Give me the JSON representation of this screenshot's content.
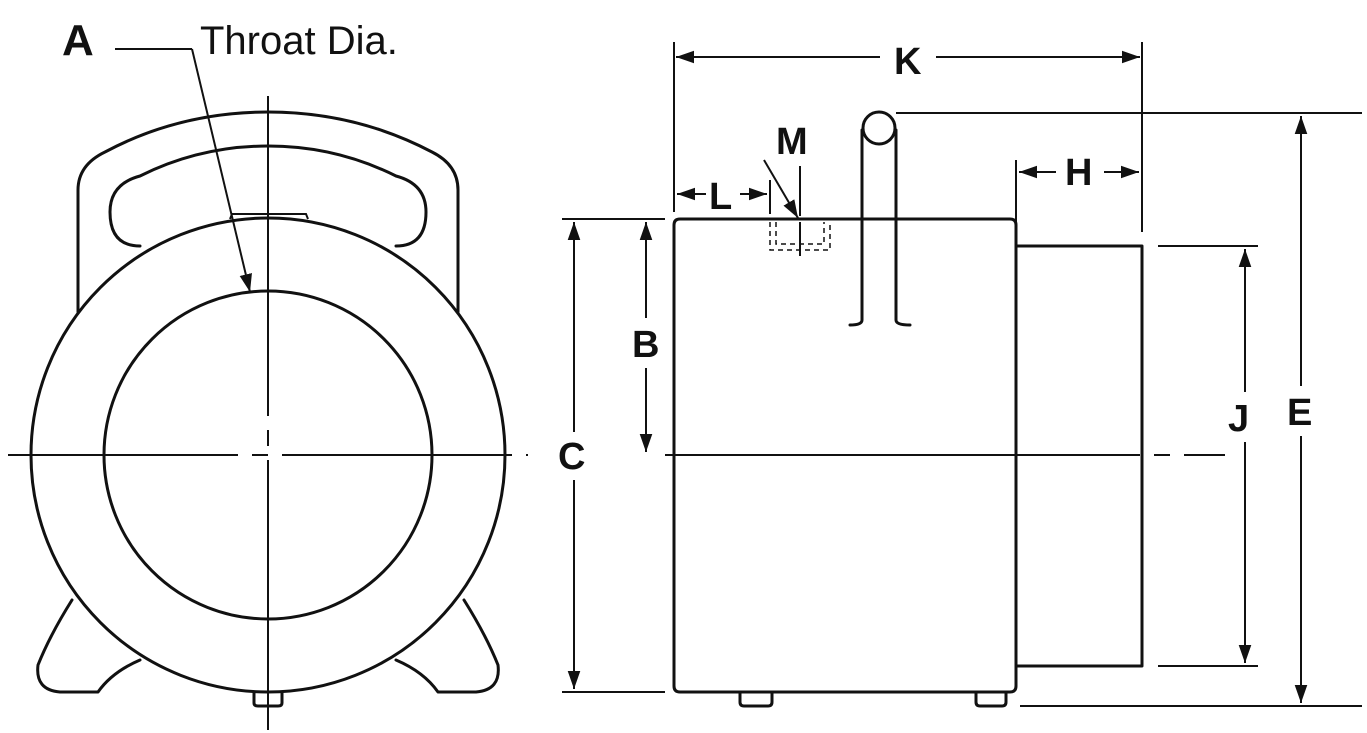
{
  "labels": {
    "a": "A",
    "throat": "Throat Dia.",
    "k": "K",
    "m": "M",
    "l": "L",
    "h": "H",
    "b": "B",
    "c": "C",
    "j": "J",
    "e": "E"
  }
}
